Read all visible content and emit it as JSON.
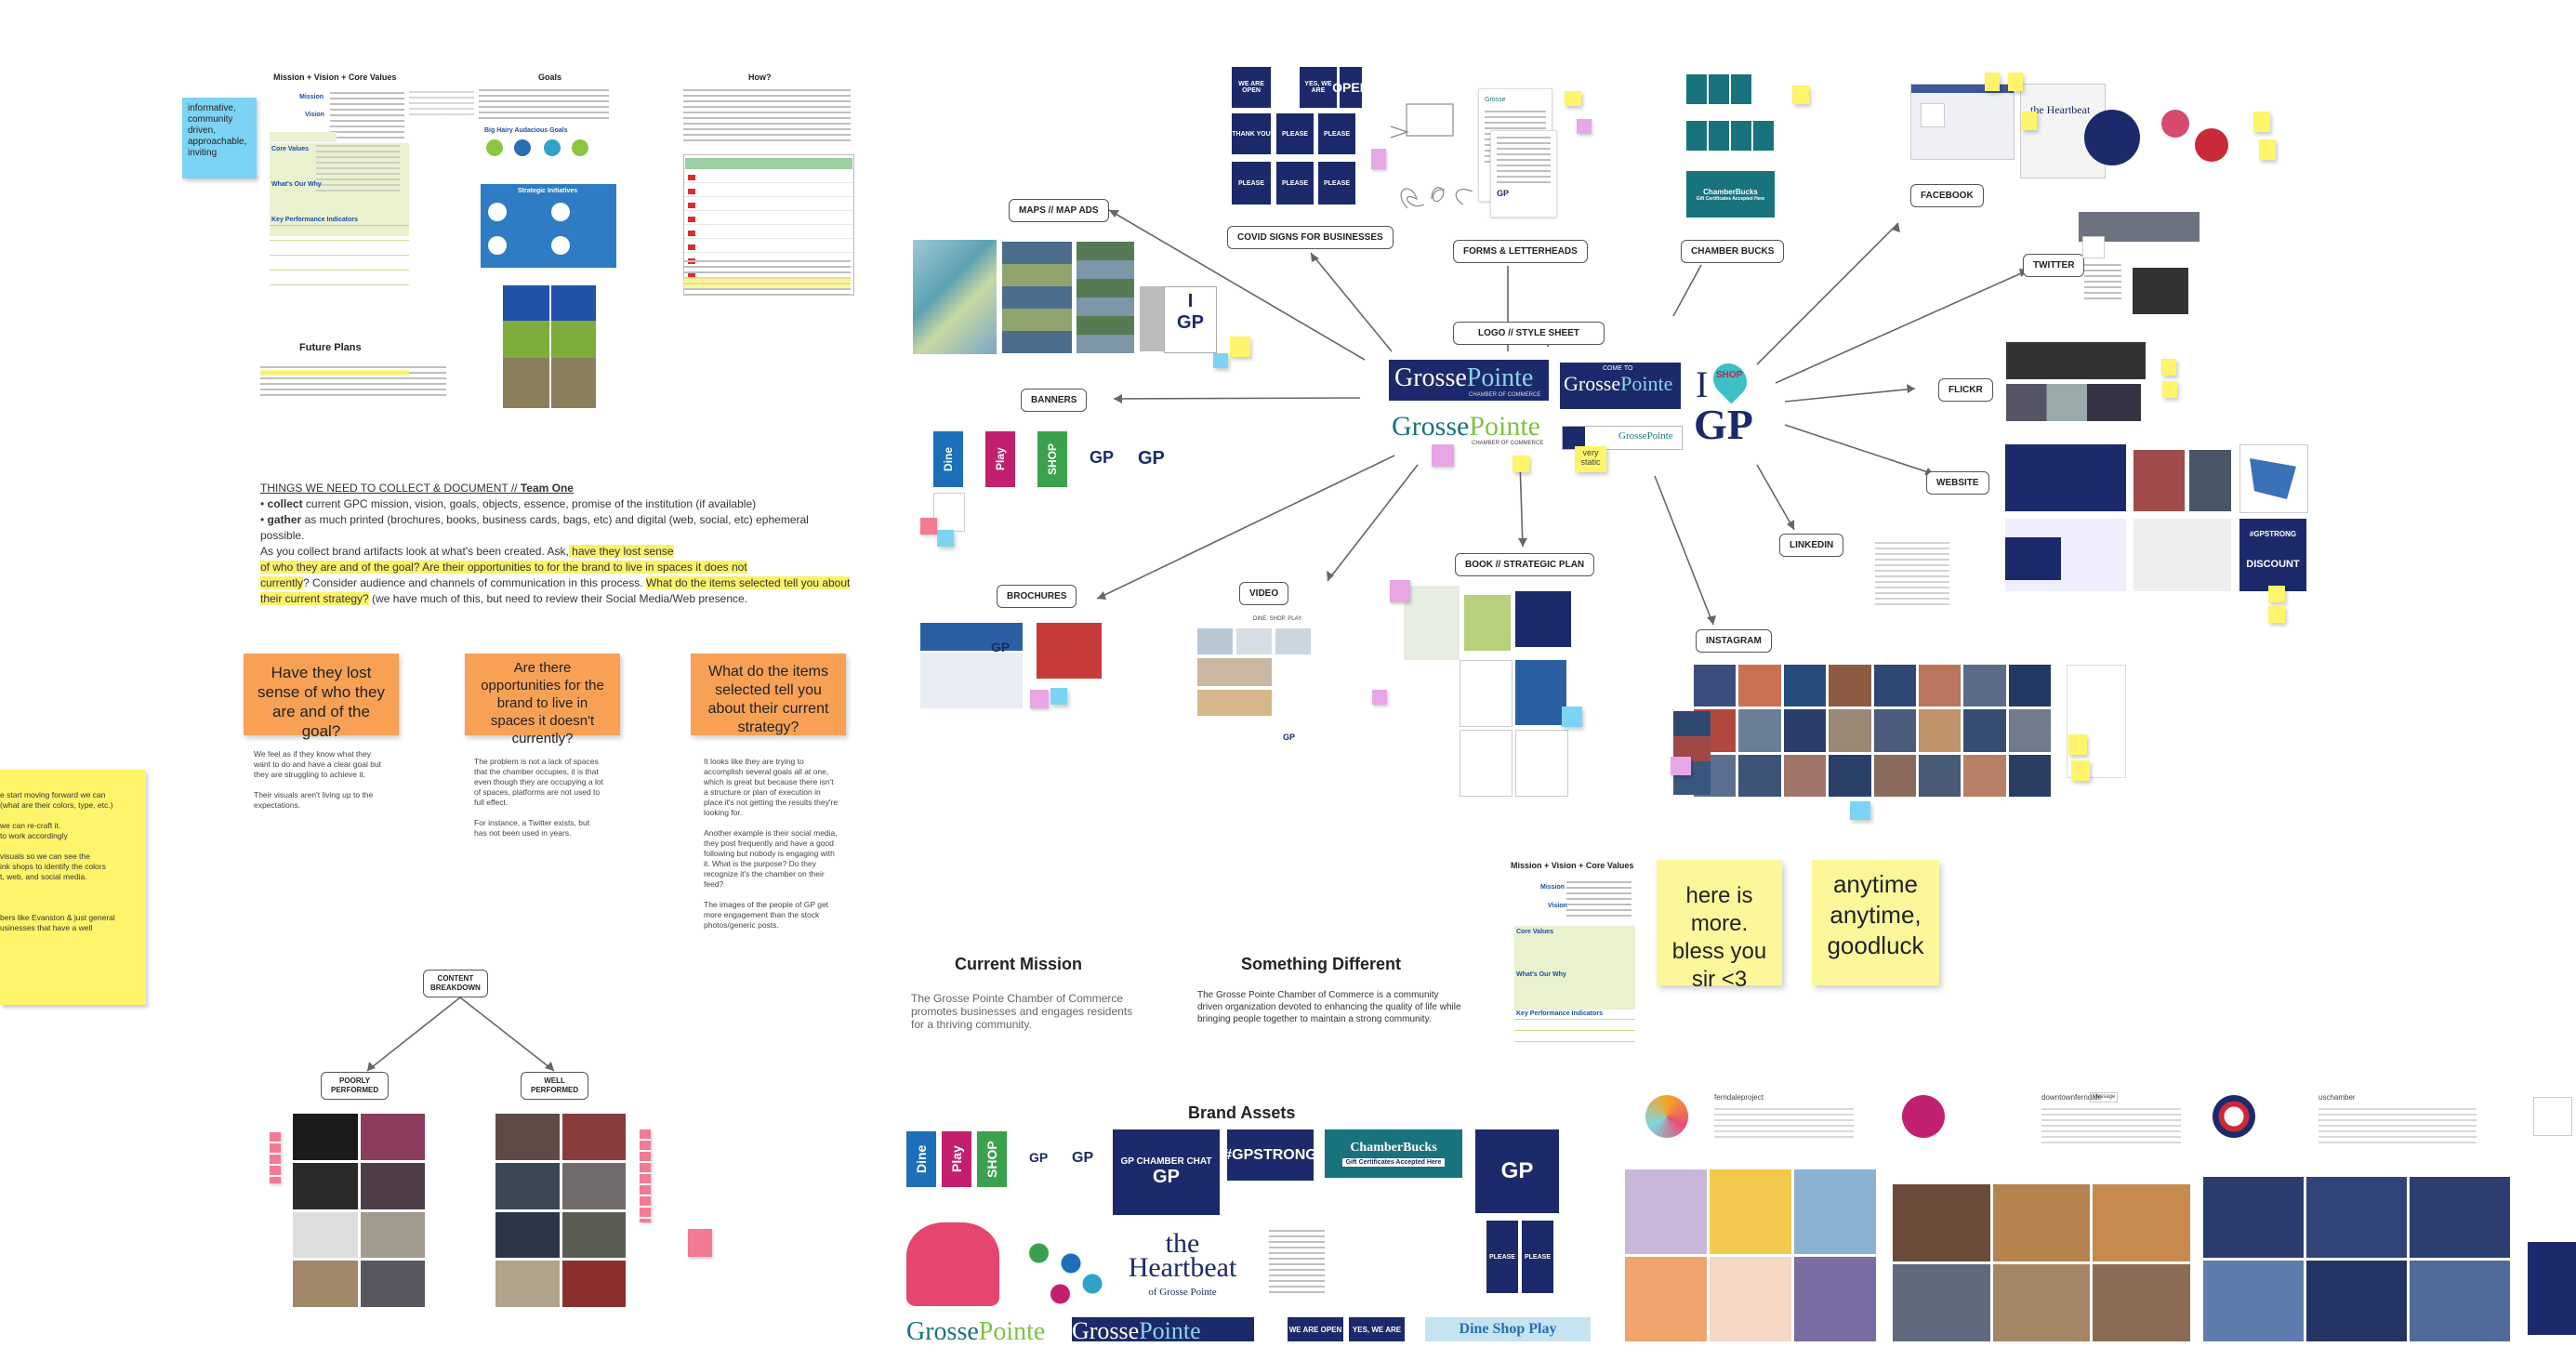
{
  "left_board": {
    "mission_title": "Mission + Vision + Core Values",
    "mission_labels": [
      "Mission",
      "Vision",
      "Core Values",
      "What's Our Why",
      "Key Performance Indicators"
    ],
    "goals_title": "Goals",
    "goals_sub1": "Big Hairy Audacious Goals",
    "goals_sub2": "Strategic Initiatives",
    "how_title": "How?",
    "future_plans_title": "Future Plans",
    "cyan_sticky": "informative, community driven, approachable, inviting",
    "things_heading_prefix": "THINGS WE NEED TO COLLECT & DOCUMENT // ",
    "things_heading_team": "Team One",
    "things_line1_bold": "collect",
    "things_line1_rest": " current GPC mission, vision, goals, objects, essence, promise of the institution (if available)",
    "things_line2_bold": "gather",
    "things_line2_rest": " as much printed (brochures, books, business cards, bags, etc) and digital (web, social, etc) ephemeral possible.",
    "things_line3": "As you collect brand artifacts look at what's been created. Ask,",
    "things_line3_hl": " have they lost sense",
    "things_line4_hl": "of who they are and of the goal? Are their opportunities to for the brand to live in spaces it does not",
    "things_line5_hl": "currently",
    "things_line5_rest": "? Consider audience and channels of communication in this process. ",
    "things_line5_hl2": "What do the items selected tell you about",
    "things_line6_hl": "their current strategy?",
    "things_line6_rest": " (we have much of this, but need to review their Social Media/Web presence.",
    "q1": "Have they lost sense of who they are and of the goal?",
    "q2": "Are there opportunities for the brand to live in spaces it doesn't currently?",
    "q3": "What do the items selected tell you about their current strategy?",
    "a1": "We feel as if they know what they want to do and have a clear goal but they are struggling to achieve it.\n\nTheir visuals aren't living up to the expectations.",
    "a2": "The problem is not a lack of spaces that the chamber occupies, it is that even though they are occupying a lot of spaces, platforms are not used to full effect.\n\nFor instance, a Twitter exists, but has not been used in years.",
    "a3": "It looks like they are trying to accomplish several goals all at one, which is great but because there isn't a structure or plan of execution in place it's not getting the results they're looking for.\n\nAnother example is their social media, they post frequently and have a good following but nobody is engaging with it. What is the purpose? Do they recognize it's the chamber on their feed?\n\nThe images of the people of GP get more engagement than the stock photos/generic posts.",
    "yellow_left_text": "e start moving forward we can\n(what are their colors, type, etc.)\n\nwe can re-craft it.\nto work accordingly\n\nvisuals so we can see the\nink shops to identify the colors\nt, web, and social media.\n\n\n\nbers like Evanston & just general\nusinesses that have a well",
    "content_breakdown": "CONTENT\nBREAKDOWN",
    "poorly_performed": "POORLY\nPERFORMED",
    "well_performed": "WELL\nPERFORMED"
  },
  "mindmap": {
    "maps": "MAPS // MAP ADS",
    "covid": "COVID SIGNS FOR BUSINESSES",
    "forms": "FORMS & LETTERHEADS",
    "chamber_bucks": "CHAMBER BUCKS",
    "logo": "LOGO // STYLE SHEET",
    "banners": "BANNERS",
    "brochures": "BROCHURES",
    "video": "VIDEO",
    "book": "BOOK // STRATEGIC PLAN",
    "instagram": "INSTAGRAM",
    "linkedin": "LINKEDIN",
    "website": "WEBSITE",
    "flickr": "FLICKR",
    "twitter": "TWITTER",
    "facebook": "FACEBOOK",
    "very_static": "very static",
    "video_caption": "DINE. SHOP. PLAY."
  },
  "brand": {
    "name1": "Grosse",
    "name2": "Pointe",
    "sub": "CHAMBER OF COMMERCE",
    "come_to": "COME TO",
    "i": "I",
    "gp": "GP",
    "shop": "SHOP",
    "dine": "Dine",
    "play": "Play",
    "we_are_open": "WE ARE OPEN",
    "yes_open_1": "YES, WE ARE",
    "yes_open_2": "OPEN",
    "please": "PLEASE",
    "thank_you": "THANK YOU",
    "gpstrong": "#GPSTRONG",
    "chamber_chat": "GP CHAMBER CHAT",
    "chamber_bucks": "ChamberBucks",
    "gift_cert": "Gift Certificates Accepted Here",
    "heartbeat": "the Heartbeat",
    "heartbeat_sub": "of Grosse Pointe",
    "discount": "DISCOUNT",
    "dine_shop_play": "Dine Shop Play"
  },
  "bottom": {
    "current_mission_title": "Current Mission",
    "current_mission_text": "The Grosse Pointe Chamber of Commerce promotes businesses and engages residents for a thriving community.",
    "something_different_title": "Something Different",
    "something_different_text": "The Grosse Pointe Chamber of Commerce is a community driven organization devoted to enhancing the quality of life while bringing people together to maintain a strong community.",
    "sticky1": "here is more. bless you sir <3",
    "sticky2": "anytime anytime, goodluck",
    "brand_assets_title": "Brand Assets",
    "ig1": "ferndaleproject",
    "ig2": "downtownferndale",
    "ig3": "uschamber",
    "ig_msg": "Message"
  },
  "colors": {
    "navy": "#1c2a6b",
    "teal": "#19737e",
    "green": "#6fb43c",
    "sticky_yellow": "#fff46a",
    "sticky_orange": "#f8a155",
    "sticky_cyan": "#7cd3f4",
    "sticky_pink": "#e9a6e6"
  }
}
